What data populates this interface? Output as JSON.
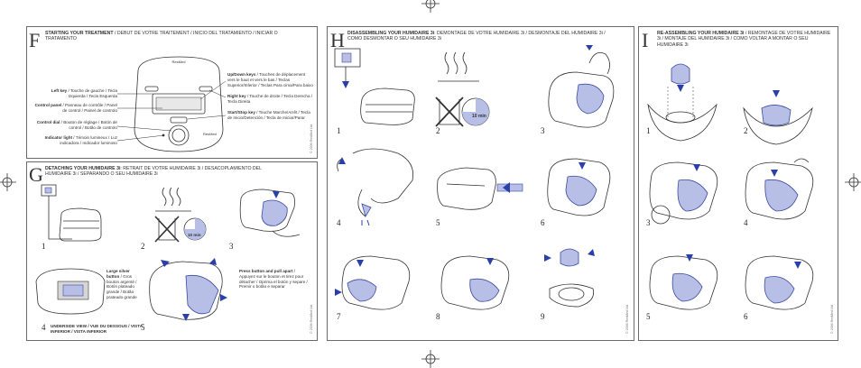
{
  "panels": {
    "F": {
      "letter": "F",
      "header_bold": "STARTING YOUR TREATMENT",
      "header_rest": " / DEBUT DE VOTRE TRAITEMENT / INICIO DEL TRATAMIENTO / INICIAR O TRATAMENTO",
      "labels": [
        {
          "bold": "Left key",
          "rest": " / Touche de gauche / Tecla Izquierda / Tecla Esquerda"
        },
        {
          "bold": "Control panel",
          "rest": " / Panneau de contrôle / Panel de control / Painel de controlo"
        },
        {
          "bold": "Control dial",
          "rest": " / Bouton de réglage / Botón de control / Botão de controlo"
        },
        {
          "bold": "Indicator light",
          "rest": " / Témoin lumineux / Luz indicadora / Indicador luminoso"
        },
        {
          "bold": "Up/Down keys",
          "rest": " / Touches de déplacement vers le haut et vers le bas / Teclas Superior/Inferior / Teclas Para cima/Para baixo"
        },
        {
          "bold": "Right key",
          "rest": " / Touche de droite / Tecla Derecha / Tecla Direita"
        },
        {
          "bold": "Start/Stop key",
          "rest": " / Touche Marche/Arrêt / Tecla de Inicio/Detención / Tecla de Iniciar/Parar"
        }
      ],
      "side_text": "© 2006 ResMed Ltd.",
      "device_brand": "ResMed"
    },
    "G": {
      "letter": "G",
      "header_bold": "DETACHING YOUR HUMIDAIRE 3i",
      "header_rest": ": RETRAIT DE VOTRE HUMIDAIRE 3i / DESACOPLAMIENTO DEL HUMIDAIRE 3i / SEPARANDO O SEU HUMIDAIRE 3i",
      "steps": [
        "1",
        "2",
        "3",
        "4",
        "5"
      ],
      "timer": "10 min",
      "large_silver": {
        "bold": "Large silver button",
        "rest": " / Gros bouton argenté / Botón plateado grande / Botão prateado grande"
      },
      "underside": "UNDERSIDE VIEW / VUE DU DESSOUS / VISTA INFERIOR / VISTA INFERIOR",
      "press_button": {
        "bold": "Press button and pull apart",
        "rest": " / Appuyez sur le bouton et tirez pour détacher / Oprima el botón y separe / Premir o botão e separar"
      },
      "side_text": "© 2006 ResMed Ltd."
    },
    "H": {
      "letter": "H",
      "header_bold": "DISASSEMBLING YOUR HUMIDAIRE 3i",
      "header_rest": ": DEMONTAGE DE VOTRE HUMIDAIRE 3i / DESMONTAJE DEL HUMIDAIRE 3i / COMO DESMONTAR O SEU HUMIDAIRE 3i",
      "steps": [
        "1",
        "2",
        "3",
        "4",
        "5",
        "6",
        "7",
        "8",
        "9"
      ],
      "timer": "10 min",
      "side_text": "© 2006 ResMed Ltd."
    },
    "I": {
      "letter": "I",
      "header_bold": "RE-ASSEMBLING YOUR HUMIDAIRE 3i",
      "header_rest": " / REMONTAGE DE VOTRE HUMIDAIRE 3i / MONTAJE DEL HUMIDAIRE 3i / COMO VOLTAR A MONTAR O SEU HUMIDAIRE 3i",
      "steps": [
        "1",
        "2",
        "3",
        "4",
        "5",
        "6"
      ],
      "side_text": "© 2006 ResMed Ltd."
    }
  },
  "colors": {
    "accent_blue": "#2b3fa8",
    "fill_blue": "#b7bfe6",
    "border": "#6b6b6b"
  }
}
